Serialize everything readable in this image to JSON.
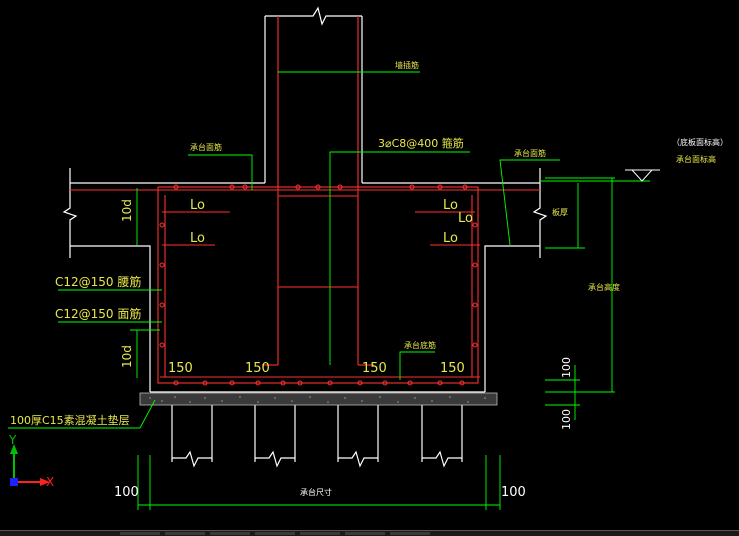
{
  "labels": {
    "wall_rebar": "墙插筋",
    "cap_top_rebar_left": "承台面筋",
    "stirrup": "3⌀C8@400 箍筋",
    "cap_top_rebar_right": "承台面筋",
    "elev_note_1": "（底板面标高）",
    "elev_note_2": "承台面标高",
    "slab_thickness": "板厚",
    "cap_height": "承台高度",
    "ten_d_top": "10d",
    "ten_d_bottom": "10d",
    "lo_left_top": "Lo",
    "lo_left_bottom": "Lo",
    "lo_right_1": "Lo",
    "lo_right_2": "Lo",
    "lo_right_3": "Lo",
    "side_rebar_1": "C12@150 腰筋",
    "side_rebar_2": "C12@150 面筋",
    "cap_bottom_rebar": "承台底筋",
    "dim_150_a": "150",
    "dim_150_b": "150",
    "dim_150_c": "150",
    "dim_150_d": "150",
    "dim_100_r1": "100",
    "dim_100_r2": "100",
    "cushion": "100厚C15素混凝土垫层",
    "dim_100_left": "100",
    "dim_100_right": "100",
    "cap_size": "承台尺寸",
    "axis_y": "Y",
    "axis_x": "X"
  },
  "colors": {
    "outline": "#ffffff",
    "rebar": "#ff3030",
    "leader": "#00ff00",
    "text": "#e8e84a",
    "axis_y": "#00c000",
    "axis_x": "#ff2020"
  }
}
